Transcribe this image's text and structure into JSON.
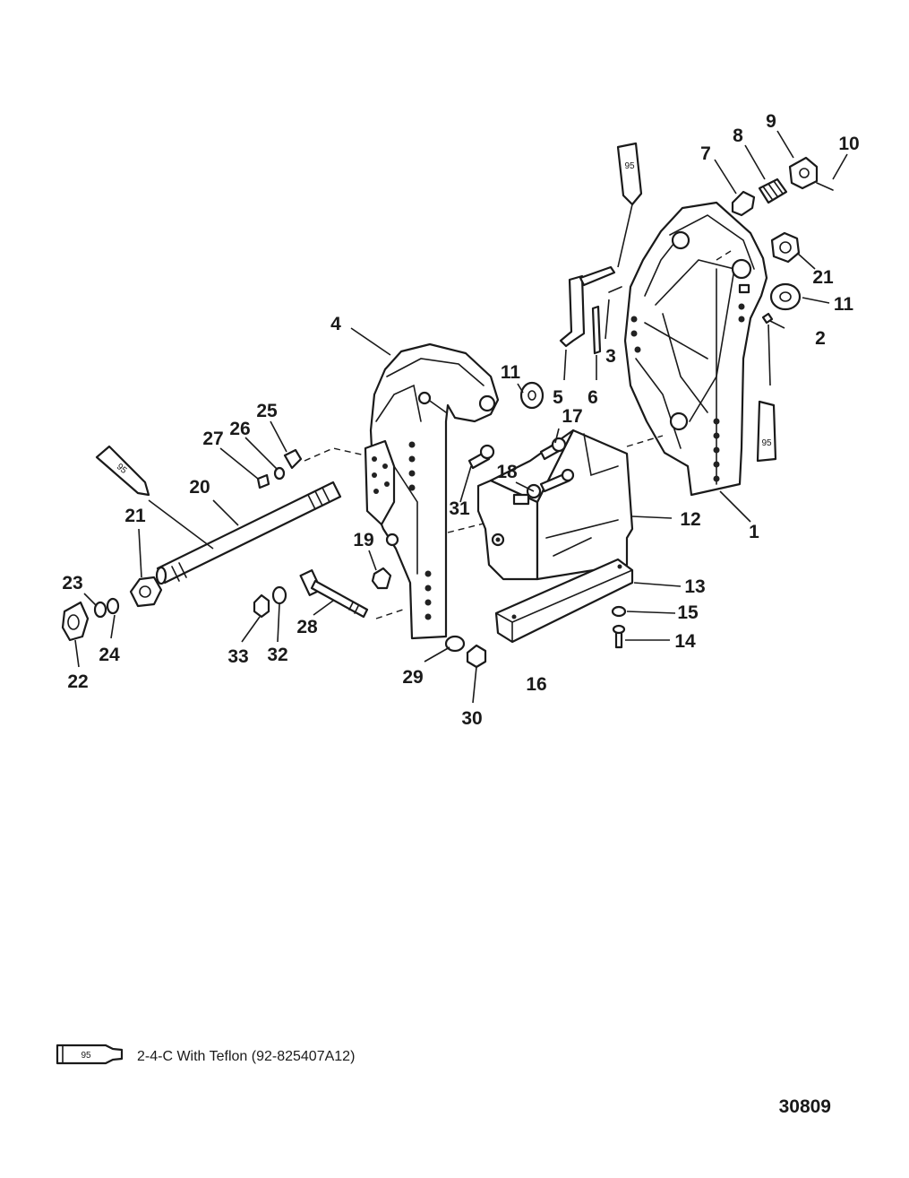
{
  "diagram": {
    "callouts": {
      "c1": "1",
      "c2": "2",
      "c3": "3",
      "c4": "4",
      "c5": "5",
      "c6": "6",
      "c7": "7",
      "c8": "8",
      "c9": "9",
      "c10": "10",
      "c11a": "11",
      "c11b": "11",
      "c12": "12",
      "c13": "13",
      "c14": "14",
      "c15": "15",
      "c16": "16",
      "c17": "17",
      "c18": "18",
      "c19": "19",
      "c20": "20",
      "c21a": "21",
      "c21b": "21",
      "c22": "22",
      "c23": "23",
      "c24": "24",
      "c25": "25",
      "c26": "26",
      "c27": "27",
      "c28": "28",
      "c29": "29",
      "c30": "30",
      "c31": "31",
      "c32": "32",
      "c33": "33"
    },
    "tube_label": "95"
  },
  "legend": {
    "tube_label": "95",
    "text": "2-4-C With Teflon (92-825407A12)"
  },
  "drawing_number": "30809"
}
